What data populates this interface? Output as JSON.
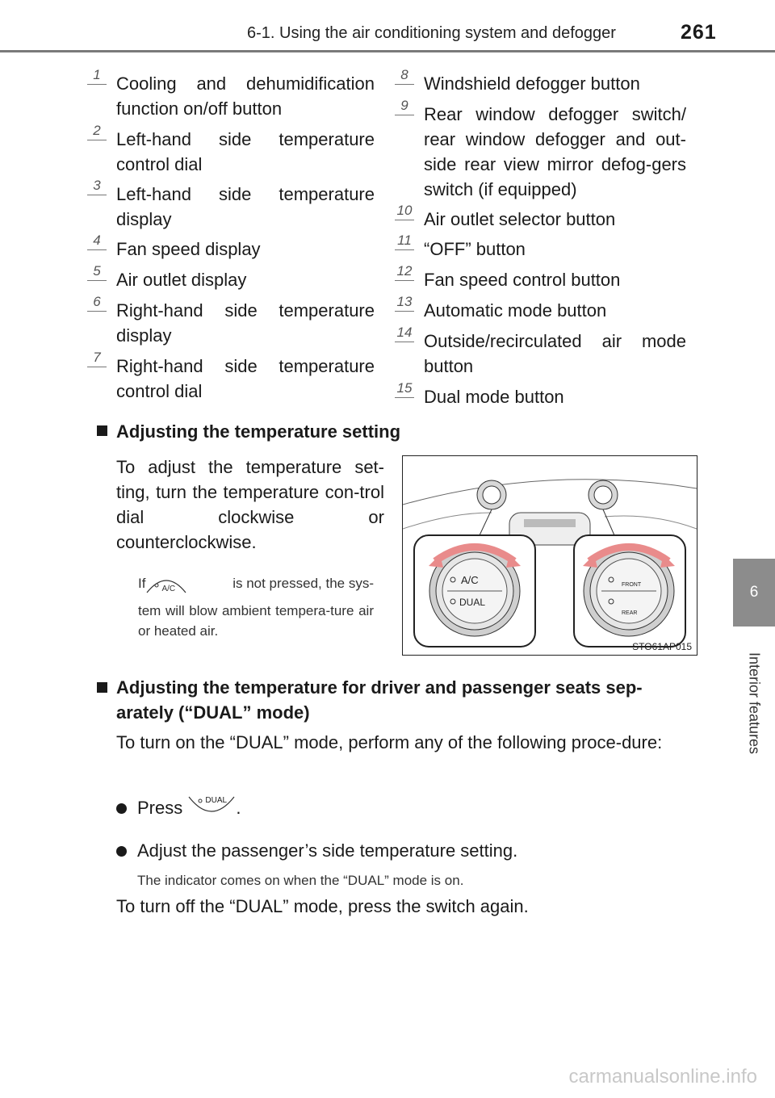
{
  "header": {
    "section": "6-1. Using the air conditioning system and defogger",
    "page_number": "261"
  },
  "side_tab": {
    "chapter_number": "6",
    "chapter_title": "Interior features"
  },
  "legend": {
    "left": [
      {
        "num": "1",
        "text": "Cooling and dehumidification function on/off button"
      },
      {
        "num": "2",
        "text": "Left-hand side temperature control dial"
      },
      {
        "num": "3",
        "text": "Left-hand side temperature display"
      },
      {
        "num": "4",
        "text": "Fan speed display"
      },
      {
        "num": "5",
        "text": "Air outlet display"
      },
      {
        "num": "6",
        "text": "Right-hand side temperature display"
      },
      {
        "num": "7",
        "text": "Right-hand side temperature control dial"
      }
    ],
    "right": [
      {
        "num": "8",
        "text": "Windshield defogger button"
      },
      {
        "num": "9",
        "text": "Rear window defogger switch/ rear window defogger and out-side rear view mirror defog-gers switch (if equipped)"
      },
      {
        "num": "10",
        "text": "Air outlet selector button"
      },
      {
        "num": "11",
        "text": "“OFF” button"
      },
      {
        "num": "12",
        "text": "Fan speed control button"
      },
      {
        "num": "13",
        "text": "Automatic mode button"
      },
      {
        "num": "14",
        "text": "Outside/recirculated air mode button"
      },
      {
        "num": "15",
        "text": "Dual mode button"
      }
    ]
  },
  "section_temp": {
    "heading": "Adjusting the temperature setting",
    "body": "To adjust the temperature set-ting, turn the temperature con-trol dial clockwise or counterclockwise.",
    "note_prefix": "If",
    "note_button": "A/C",
    "note_suffix_1": "is not pressed, the sys-",
    "note_suffix_2": "tem will blow ambient tempera-ture air or heated air.",
    "figure": {
      "code": "STO61AP015",
      "left_dial_labels": [
        "A/C",
        "DUAL"
      ],
      "right_dial_labels": [
        "FRONT",
        "REAR"
      ]
    }
  },
  "section_dual": {
    "heading": "Adjusting the temperature for driver and passenger seats sep-arately (“DUAL” mode)",
    "intro": "To turn on the “DUAL” mode, perform any of the following proce-dure:",
    "bullet_1_prefix": "Press",
    "bullet_1_button": "DUAL",
    "bullet_1_suffix": ".",
    "bullet_2": "Adjust the passenger’s side temperature setting.",
    "note": "The indicator comes on when the “DUAL” mode is on.",
    "outro": "To turn off the “DUAL” mode, press the switch again."
  },
  "watermark": "carmanualsonline.info"
}
